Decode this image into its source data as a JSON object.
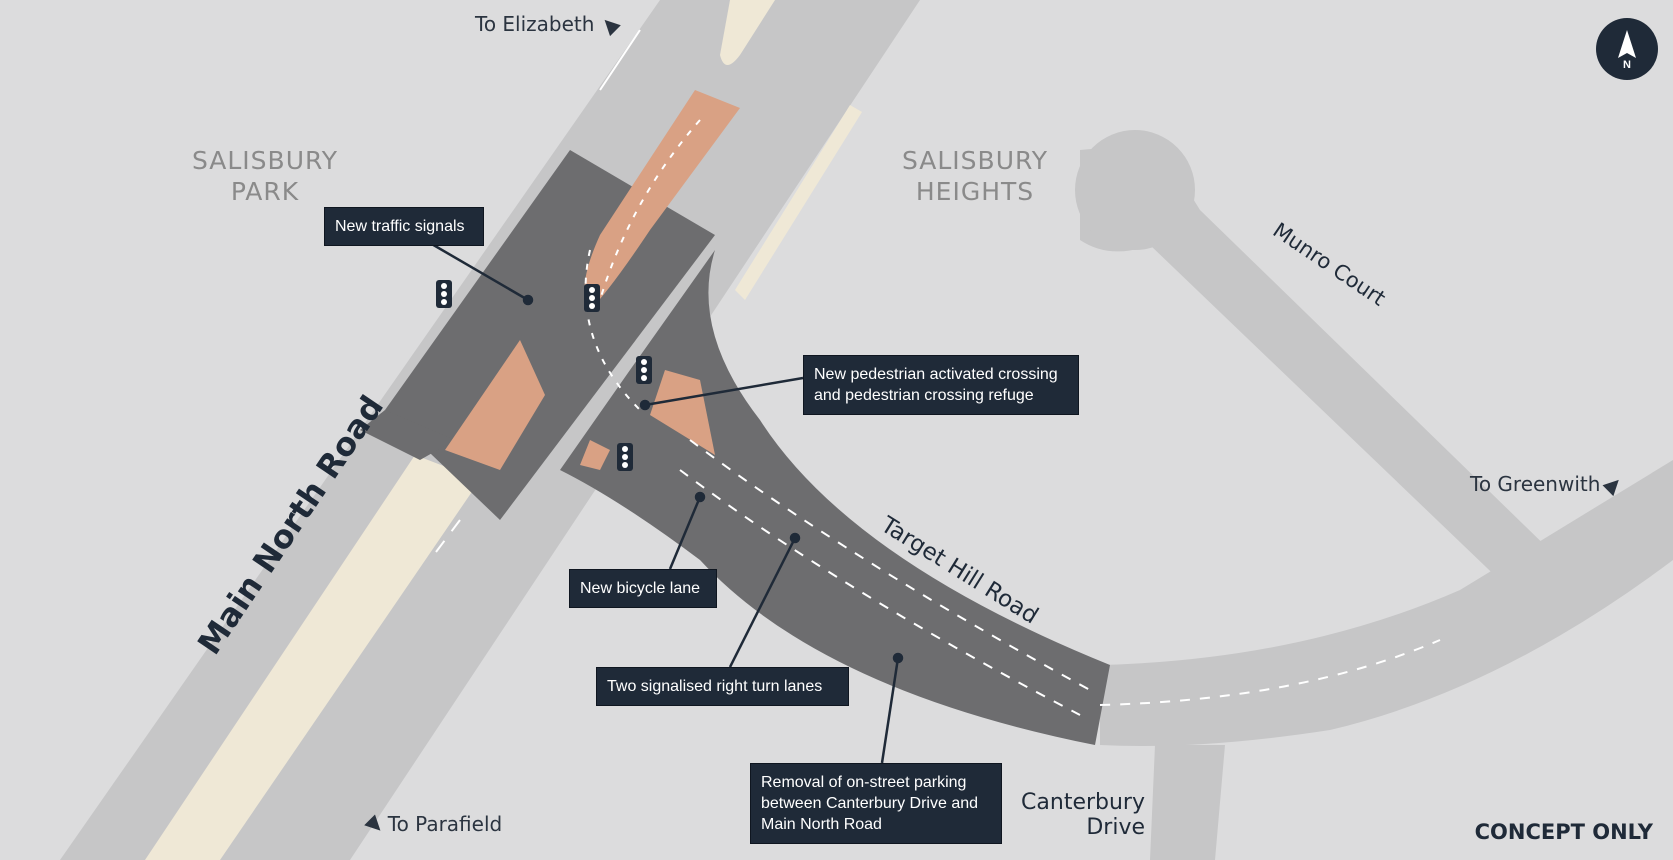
{
  "areas": {
    "salisbury_park": "SALISBURY\nPARK",
    "salisbury_heights": "SALISBURY\nHEIGHTS"
  },
  "roads": {
    "main_north_road": "Main North Road",
    "target_hill_road": "Target Hill Road",
    "munro_court": "Munro Court",
    "canterbury_drive": "Canterbury\nDrive"
  },
  "destinations": {
    "elizabeth": "To Elizabeth",
    "greenwith": "To Greenwith",
    "parafield": "To Parafield"
  },
  "callouts": {
    "traffic_signals": "New traffic signals",
    "pedestrian_crossing": "New pedestrian activated crossing\nand pedestrian crossing refuge",
    "bicycle_lane": "New bicycle lane",
    "right_turn_lanes": "Two signalised right turn lanes",
    "parking_removal": "Removal of on-street parking\nbetween Canterbury Drive and\nMain North Road"
  },
  "compass": {
    "label": "N",
    "icon": "north-arrow-icon"
  },
  "concept_label": "CONCEPT ONLY",
  "colors": {
    "background": "#dcdcdd",
    "existing_road": "#c6c6c7",
    "new_road": "#6d6d6f",
    "median_new": "#d9a184",
    "median_existing": "#efe8d6",
    "callout_bg": "#1f2a38"
  }
}
